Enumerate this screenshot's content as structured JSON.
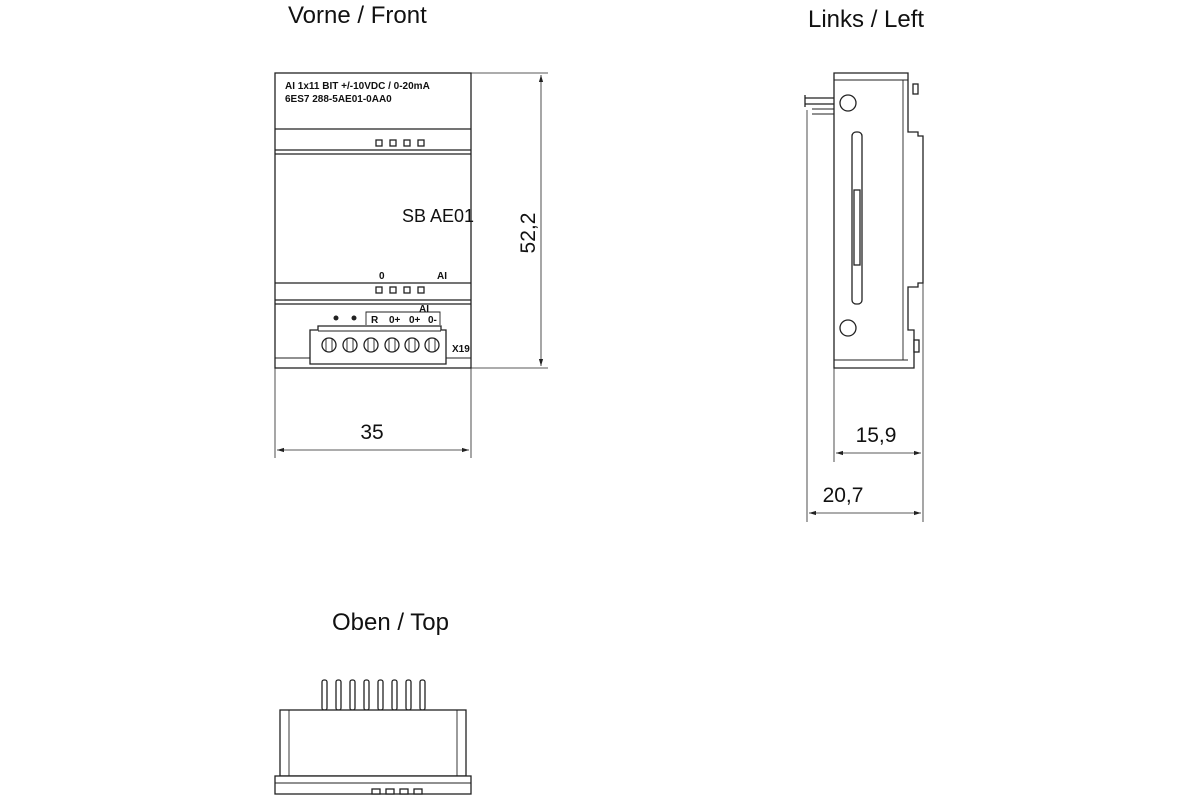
{
  "views": {
    "front_title": "Vorne / Front",
    "left_title": "Links / Left",
    "top_title": "Oben / Top"
  },
  "front": {
    "label_line1": "AI 1x11 BIT +/-10VDC / 0-20mA",
    "label_line2": "6ES7 288-5AE01-0AA0",
    "model": "SB AE01",
    "led_left_label": "0",
    "led_right_label": "AI",
    "group_label": "AI",
    "terminal_labels": [
      "R",
      "0+",
      "0+",
      "0-"
    ],
    "connector_label": "X19"
  },
  "dimensions": {
    "height": "52,2",
    "width": "35",
    "depth_body": "15,9",
    "depth_total": "20,7"
  },
  "colors": {
    "line": "#222222",
    "background": "#ffffff"
  }
}
